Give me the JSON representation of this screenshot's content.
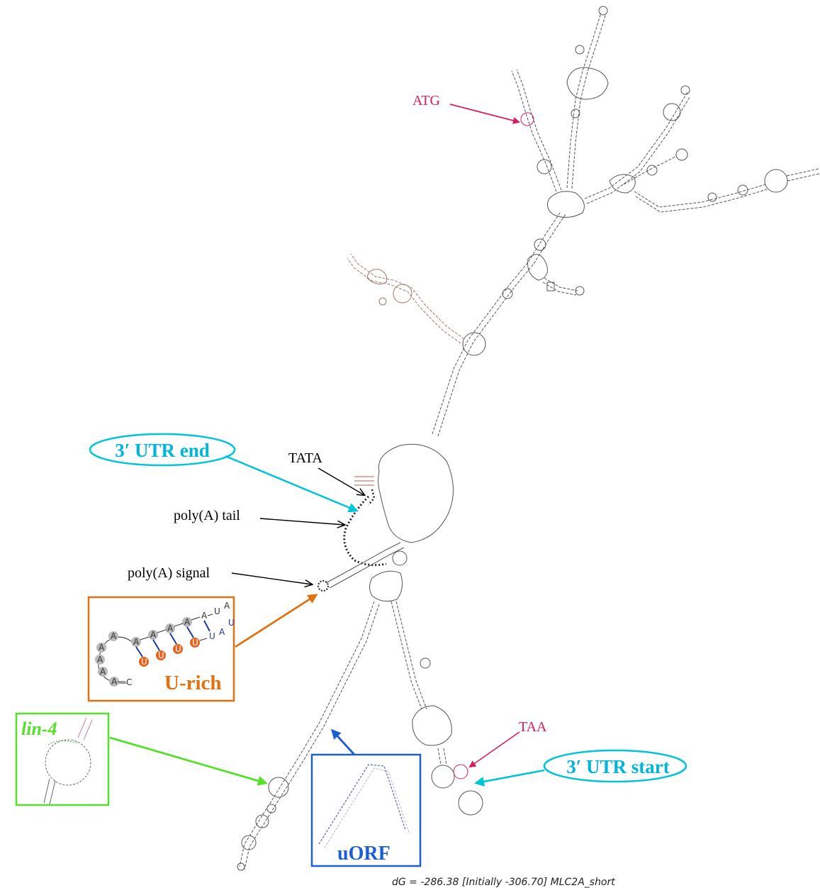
{
  "structure": {
    "caption": "dG = -286.38 [Initially -306.70] MLC2A_short"
  },
  "annotations": {
    "atg": {
      "text": "ATG",
      "color": "#d81b60"
    },
    "taa": {
      "text": "TAA",
      "color": "#d81b60"
    },
    "tata": {
      "text": "TATA",
      "color": "#000000"
    },
    "polya_tail": {
      "text": "poly(A) tail",
      "color": "#000000"
    },
    "polya_signal": {
      "text": "poly(A) signal",
      "color": "#000000"
    },
    "utr3_end": {
      "text": "3′ UTR end",
      "color": "#00b5d8"
    },
    "utr3_start": {
      "text": "3′ UTR start",
      "color": "#00b5d8"
    }
  },
  "insets": {
    "u_rich": {
      "title": "U-rich",
      "color": "#e07010",
      "bases": {
        "loop": [
          "A",
          "A",
          "A",
          "A",
          "A",
          "C"
        ],
        "top_strand": [
          "A",
          "A",
          "A",
          "A",
          "A",
          "U",
          "A"
        ],
        "bottom_strand": [
          "U",
          "U",
          "U",
          "U",
          "U",
          "A",
          "U"
        ]
      }
    },
    "lin4": {
      "title": "lin-4",
      "color": "#55e02a"
    },
    "uorf": {
      "title": "uORF",
      "color": "#1b5fd0"
    }
  }
}
